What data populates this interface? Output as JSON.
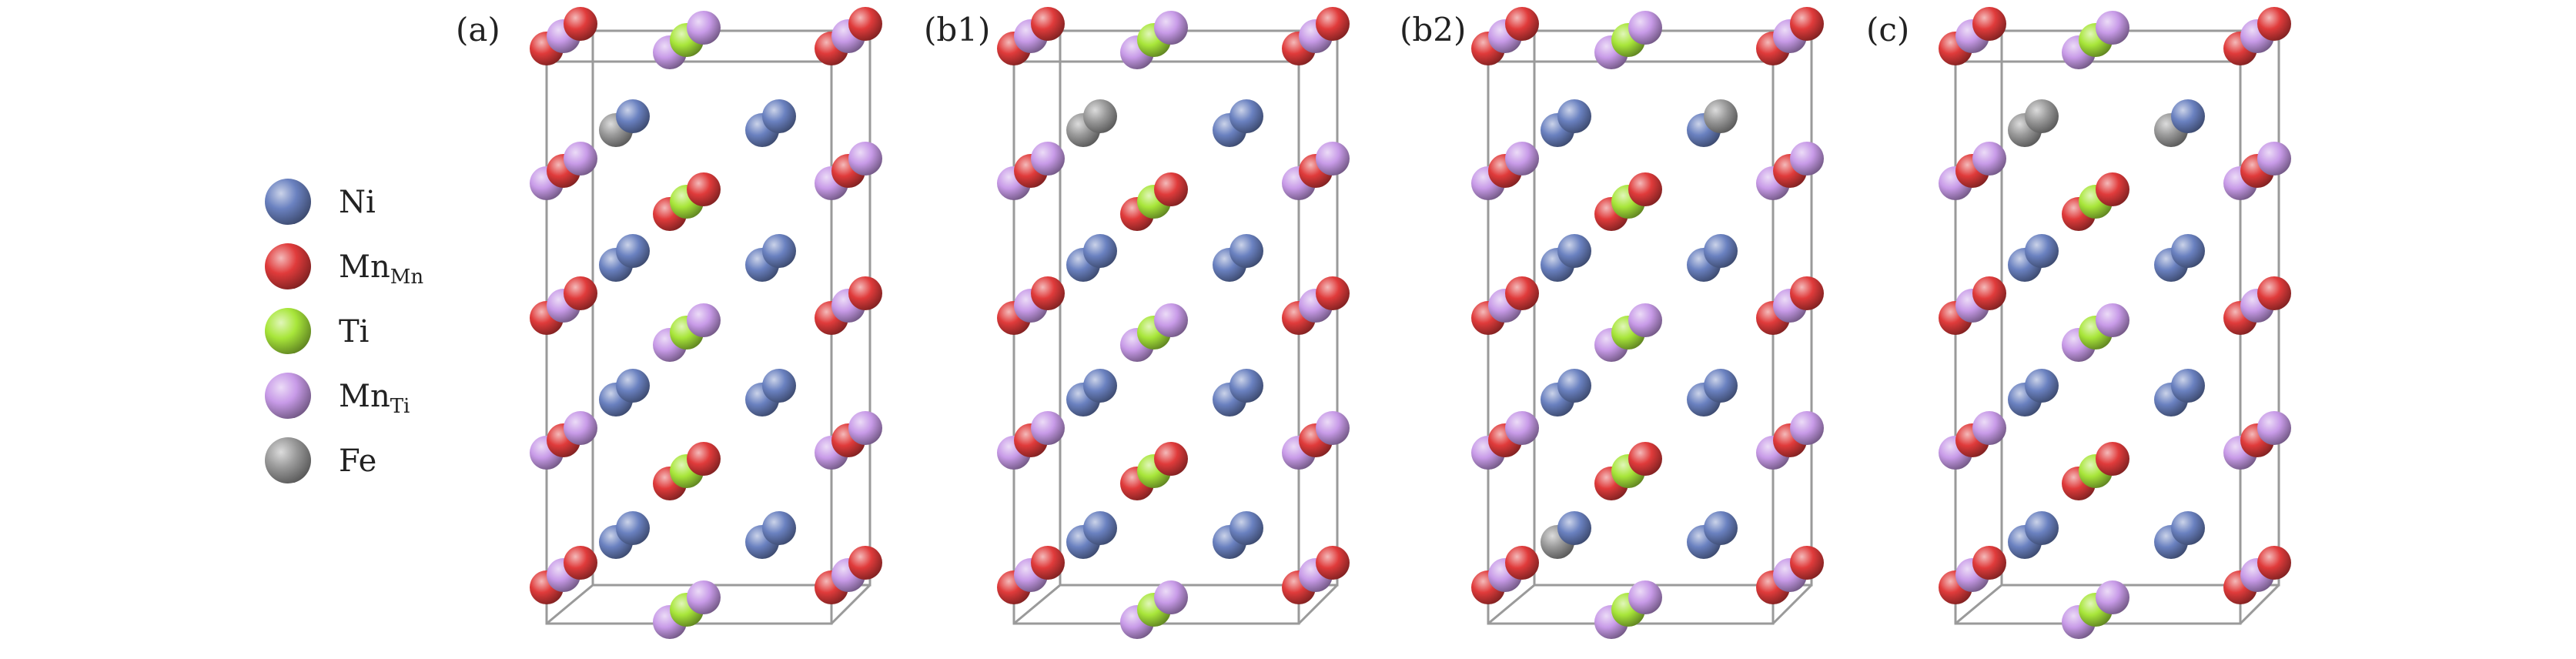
{
  "colors": {
    "Ni": "#6a81c0",
    "Mn_Mn": "#e03b3b",
    "Ti": "#a8e63a",
    "Mn_Ti": "#c89be8",
    "Fe": "#9a9a9a",
    "cell_line": "#9a9a9a"
  },
  "legend": [
    {
      "key": "Ni",
      "label": "Ni",
      "sub": ""
    },
    {
      "key": "Mn_Mn",
      "label": "Mn",
      "sub": "Mn"
    },
    {
      "key": "Ti",
      "label": "Ti",
      "sub": ""
    },
    {
      "key": "Mn_Ti",
      "label": "Mn",
      "sub": "Ti"
    },
    {
      "key": "Fe",
      "label": "Fe",
      "sub": ""
    }
  ],
  "panels": [
    {
      "label": "(a)",
      "fe_sites": [
        "Ni_L0_a"
      ]
    },
    {
      "label": "(b1)",
      "fe_sites": [
        "Ni_L0_a",
        "Ni_L0_b"
      ]
    },
    {
      "label": "(b2)",
      "fe_sites": [
        "Ni_R0_b",
        "Ni_L3_a"
      ]
    },
    {
      "label": "(c)",
      "fe_sites": [
        "Ni_L0_a",
        "Ni_L0_b",
        "Ni_R0_a"
      ]
    }
  ]
}
